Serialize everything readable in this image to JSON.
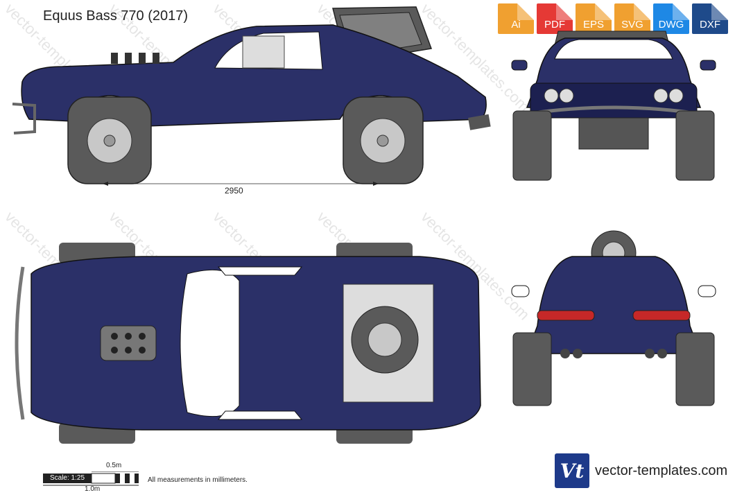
{
  "title": "Equus Bass 770 (2017)",
  "formats": [
    {
      "label": "Ai",
      "color": "#f0a030"
    },
    {
      "label": "PDF",
      "color": "#e53935"
    },
    {
      "label": "EPS",
      "color": "#f0a030"
    },
    {
      "label": "SVG",
      "color": "#f0a030"
    },
    {
      "label": "DWG",
      "color": "#1e88e5"
    },
    {
      "label": "DXF",
      "color": "#1e4a8a"
    }
  ],
  "dimension": "2950",
  "scale": {
    "ratio": "Scale: 1:25",
    "half_meter": "0.5m",
    "one_meter": "1.0m"
  },
  "note": "All measurements in millimeters.",
  "brand": {
    "logo": "Vt",
    "name": "vector-templates.com"
  },
  "watermark": "vector-templates.com",
  "colors": {
    "body": "#2b3068",
    "body_dark": "#1c2050",
    "tire": "#5a5a5a",
    "rim": "#c8c8c8"
  }
}
